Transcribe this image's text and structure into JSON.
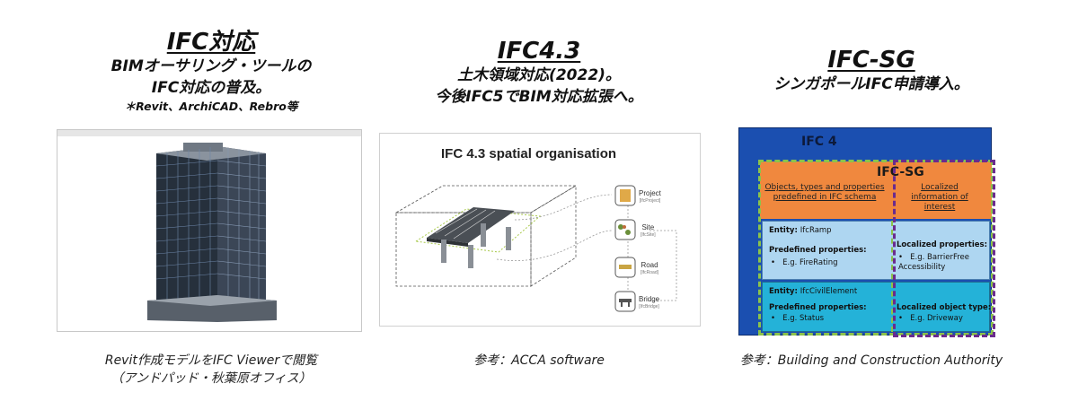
{
  "column1": {
    "title": "IFC対応",
    "line1": "BIMオーサリング・ツールの",
    "line2": "IFC対応の普及。",
    "note": "＊Revit、ArchiCAD、Rebro等",
    "caption_line1": "Revit作成モデルをIFC Viewerで閲覧",
    "caption_line2": "（アンドパッド・秋葉原オフィス）"
  },
  "column2": {
    "title": "IFC4.3",
    "line1": "土木領域対応(2022)。",
    "line2": "今後IFC5でBIM対応拡張へ。",
    "caption": "参考：ACCA software",
    "diagram": {
      "title": "IFC 4.3 spatial organisation",
      "nodes": [
        {
          "name": "Project",
          "sub": "[IfcProject]"
        },
        {
          "name": "Site",
          "sub": "[IfcSite]"
        },
        {
          "name": "Road",
          "sub": "[IfcRoad]"
        },
        {
          "name": "Bridge",
          "sub": "[IfcBridge]"
        }
      ]
    }
  },
  "column3": {
    "title": "IFC-SG",
    "line1": "シンガポールIFC申請導入。",
    "caption": "参考：Building and Construction Authority",
    "diagram": {
      "outer_label": "IFC 4",
      "inner_label": "IFC-SG",
      "orange_left": "Objects, types and properties predefined in IFC schema",
      "orange_right": "Localized information of interest",
      "row1_entity_label": "Entity: ",
      "row1_entity": "IfcRamp",
      "row1_predefined_label": "Predefined properties:",
      "row1_predefined_item": "E.g. FireRating",
      "row1_localized_label": "Localized properties:",
      "row1_localized_item": "E.g. BarrierFree Accessibility",
      "row2_entity_label": "Entity: ",
      "row2_entity": "IfcCivilElement",
      "row2_predefined_label": "Predefined properties:",
      "row2_predefined_item": "E.g. Status",
      "row2_localized_label": "Localized object type:",
      "row2_localized_item": "E.g. Driveway"
    }
  },
  "colors": {
    "ifc4_blue": "#1b4fb0",
    "orange": "#f0883e",
    "light_blue": "#aed6f1",
    "cyan": "#24b2d8",
    "green_dash": "#8bc34a",
    "purple_dash": "#6a2b8e"
  }
}
